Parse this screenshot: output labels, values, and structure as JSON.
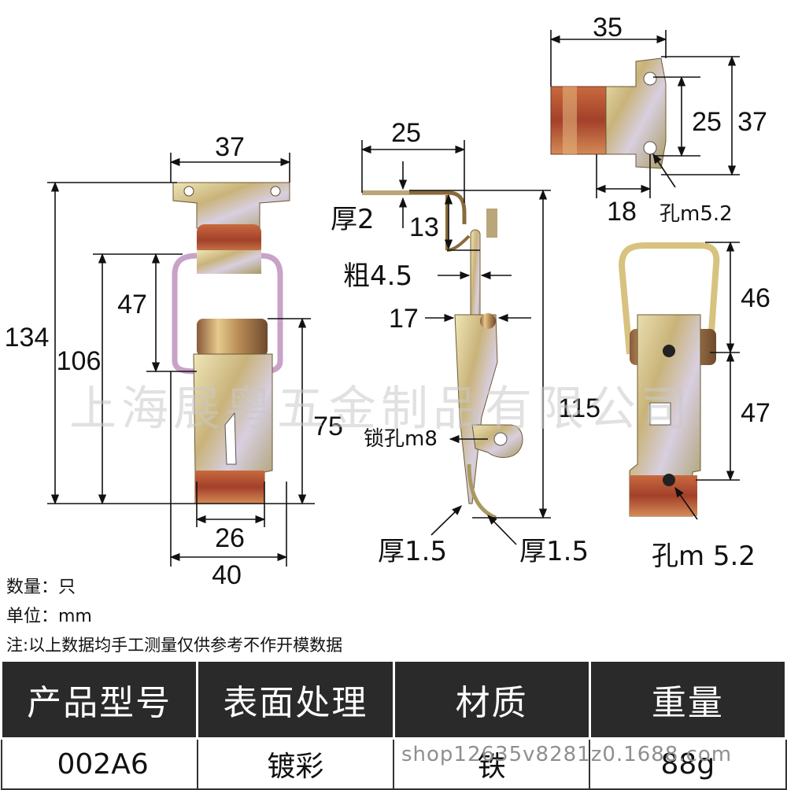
{
  "front_view": {
    "dim_top_width": "37",
    "dim_total_height": "134",
    "dim_height_106": "106",
    "dim_loop_47": "47",
    "dim_catch_75": "75",
    "dim_inner_26": "26",
    "dim_bottom_40": "40"
  },
  "side_view": {
    "dim_top_25": "25",
    "thickness_top": "厚2",
    "dim_13": "13",
    "bar_thickness": "粗4.5",
    "dim_17": "17",
    "lock_hole": "锁孔m8",
    "dim_height_115": "115",
    "thickness_left": "厚1.5",
    "thickness_right": "厚1.5"
  },
  "hook_view": {
    "dim_width_35": "35",
    "dim_25": "25",
    "dim_37": "37",
    "dim_18": "18",
    "hole": "孔m5.2"
  },
  "latch_view": {
    "dim_46": "46",
    "dim_47": "47",
    "hole": "孔m 5.2"
  },
  "watermark": "上海展粤五金制品有限公司",
  "notes": {
    "quantity": "数量：只",
    "unit": "单位：mm",
    "disclaimer": "注:以上数据均手工测量仅供参考不作开模数据"
  },
  "spec_table": {
    "headers": [
      "产品型号",
      "表面处理",
      "材质",
      "重量"
    ],
    "values": [
      "002A6",
      "镀彩",
      "铁",
      "88g"
    ]
  },
  "shop_url": "shop12635v8281z0.1688.com",
  "colors": {
    "zinc_light": "#d9d2a8",
    "zinc_mid": "#b7a46a",
    "copper": "#b4502f",
    "violet": "#8a6fa3",
    "header_bg": "#2a2a2a"
  }
}
